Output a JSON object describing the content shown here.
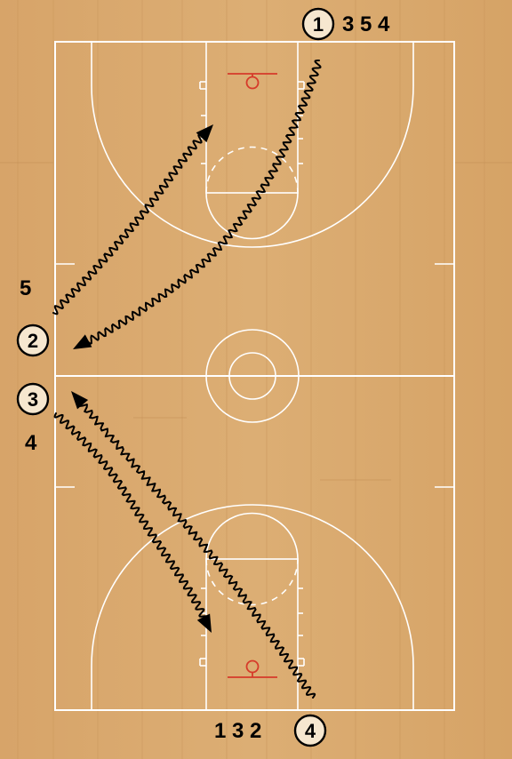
{
  "diagram": {
    "players": [
      {
        "id": "p1",
        "label": "1"
      },
      {
        "id": "p2",
        "label": "2"
      },
      {
        "id": "p3",
        "label": "3"
      },
      {
        "id": "p4",
        "label": "4"
      }
    ],
    "sequences": {
      "top": "3 5 4",
      "left_upper": "5",
      "left_lower": "4",
      "bottom": "1 3 2"
    },
    "colors": {
      "floor": "#d9a86c",
      "lines": "#ffffff",
      "hoop": "#d63a2a",
      "marks": "#000000"
    }
  }
}
